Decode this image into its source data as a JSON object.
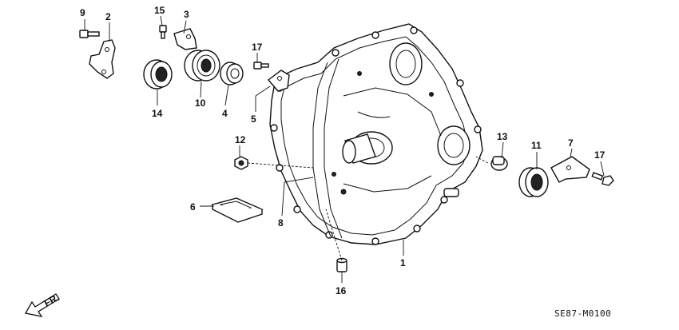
{
  "diagram": {
    "code": "SE87-M0100",
    "direction_label": "FR.",
    "callouts": {
      "c1": "1",
      "c2": "2",
      "c3": "3",
      "c4": "4",
      "c5": "5",
      "c6": "6",
      "c7": "7",
      "c8": "8",
      "c9": "9",
      "c10": "10",
      "c11": "11",
      "c12": "12",
      "c13": "13",
      "c14": "14",
      "c15": "15",
      "c16": "16",
      "c17a": "17",
      "c17b": "17"
    }
  }
}
